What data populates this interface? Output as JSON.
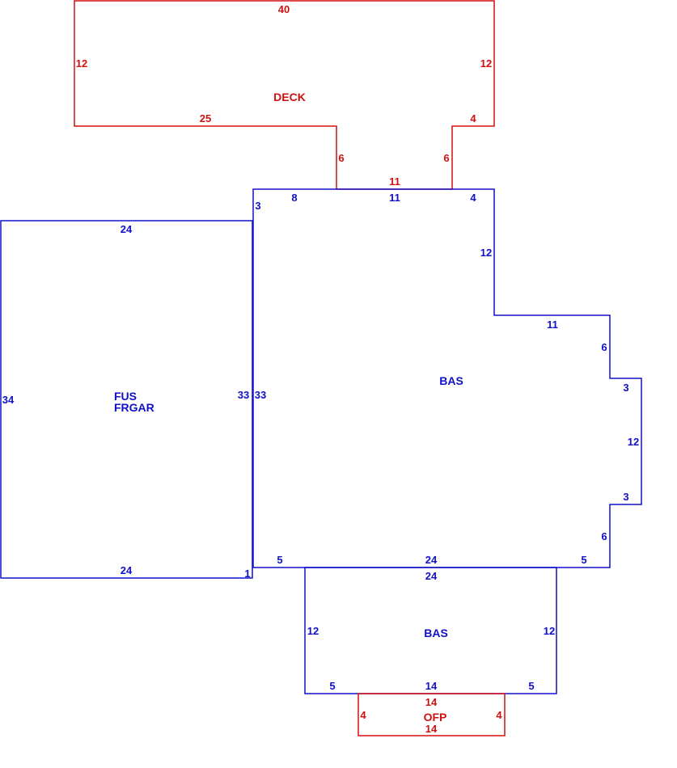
{
  "colors": {
    "deck": "#d01010",
    "bas": "#1010c8"
  },
  "deck": {
    "name": "DECK",
    "dims": {
      "top": "40",
      "left": "12",
      "right": "12",
      "step_left": "25",
      "step_right": "4",
      "inner_left": "6",
      "inner_right": "6",
      "bottom": "11"
    }
  },
  "bas_main": {
    "name": "BAS",
    "dims": {
      "top_left": "8",
      "top_mid": "11",
      "top_right": "4",
      "upper_left": "3",
      "right_upper": "12",
      "step1": "11",
      "right_mid": "6",
      "jog_top": "3",
      "right_long": "12",
      "jog_bottom": "3",
      "right_lower": "6",
      "bottom_right": "5",
      "bottom_mid": "24",
      "bottom_left": "5",
      "left": "33",
      "lower_left": "1"
    }
  },
  "garage": {
    "name_line1": "FUS",
    "name_line2": "FRGAR",
    "dims": {
      "top": "24",
      "bottom": "24",
      "left": "34",
      "right": "33"
    }
  },
  "bas_lower": {
    "name": "BAS",
    "dims": {
      "top": "24",
      "left": "12",
      "right": "12",
      "bottom_left": "5",
      "bottom_mid": "14",
      "bottom_right": "5"
    }
  },
  "ofp": {
    "name": "OFP",
    "dims": {
      "top": "14",
      "left": "4",
      "right": "4",
      "bottom": "14"
    }
  }
}
